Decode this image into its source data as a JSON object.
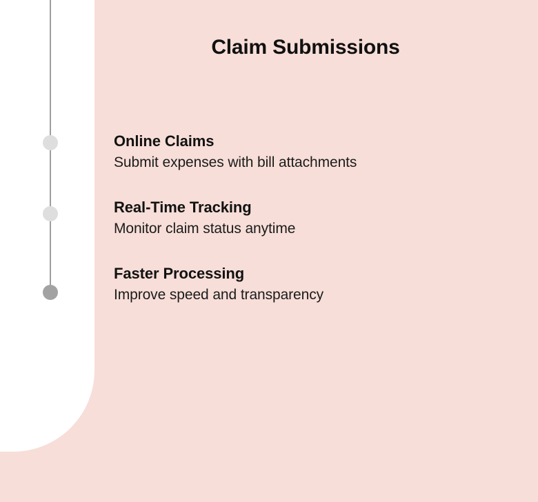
{
  "slide": {
    "background_color": "#F7DED8",
    "panel_color": "#FFFFFF",
    "title": "Claim Submissions"
  },
  "timeline": {
    "line_color": "#9E9E9E",
    "dot_color_inactive": "#DEDEDE",
    "dot_color_active": "#A2A2A2",
    "dots": [
      {
        "state": "inactive"
      },
      {
        "state": "inactive"
      },
      {
        "state": "active"
      }
    ]
  },
  "items": [
    {
      "title": "Online Claims",
      "desc": "Submit expenses with bill attachments"
    },
    {
      "title": "Real-Time Tracking",
      "desc": "Monitor claim status anytime"
    },
    {
      "title": "Faster Processing",
      "desc": "Improve speed and transparency"
    }
  ]
}
